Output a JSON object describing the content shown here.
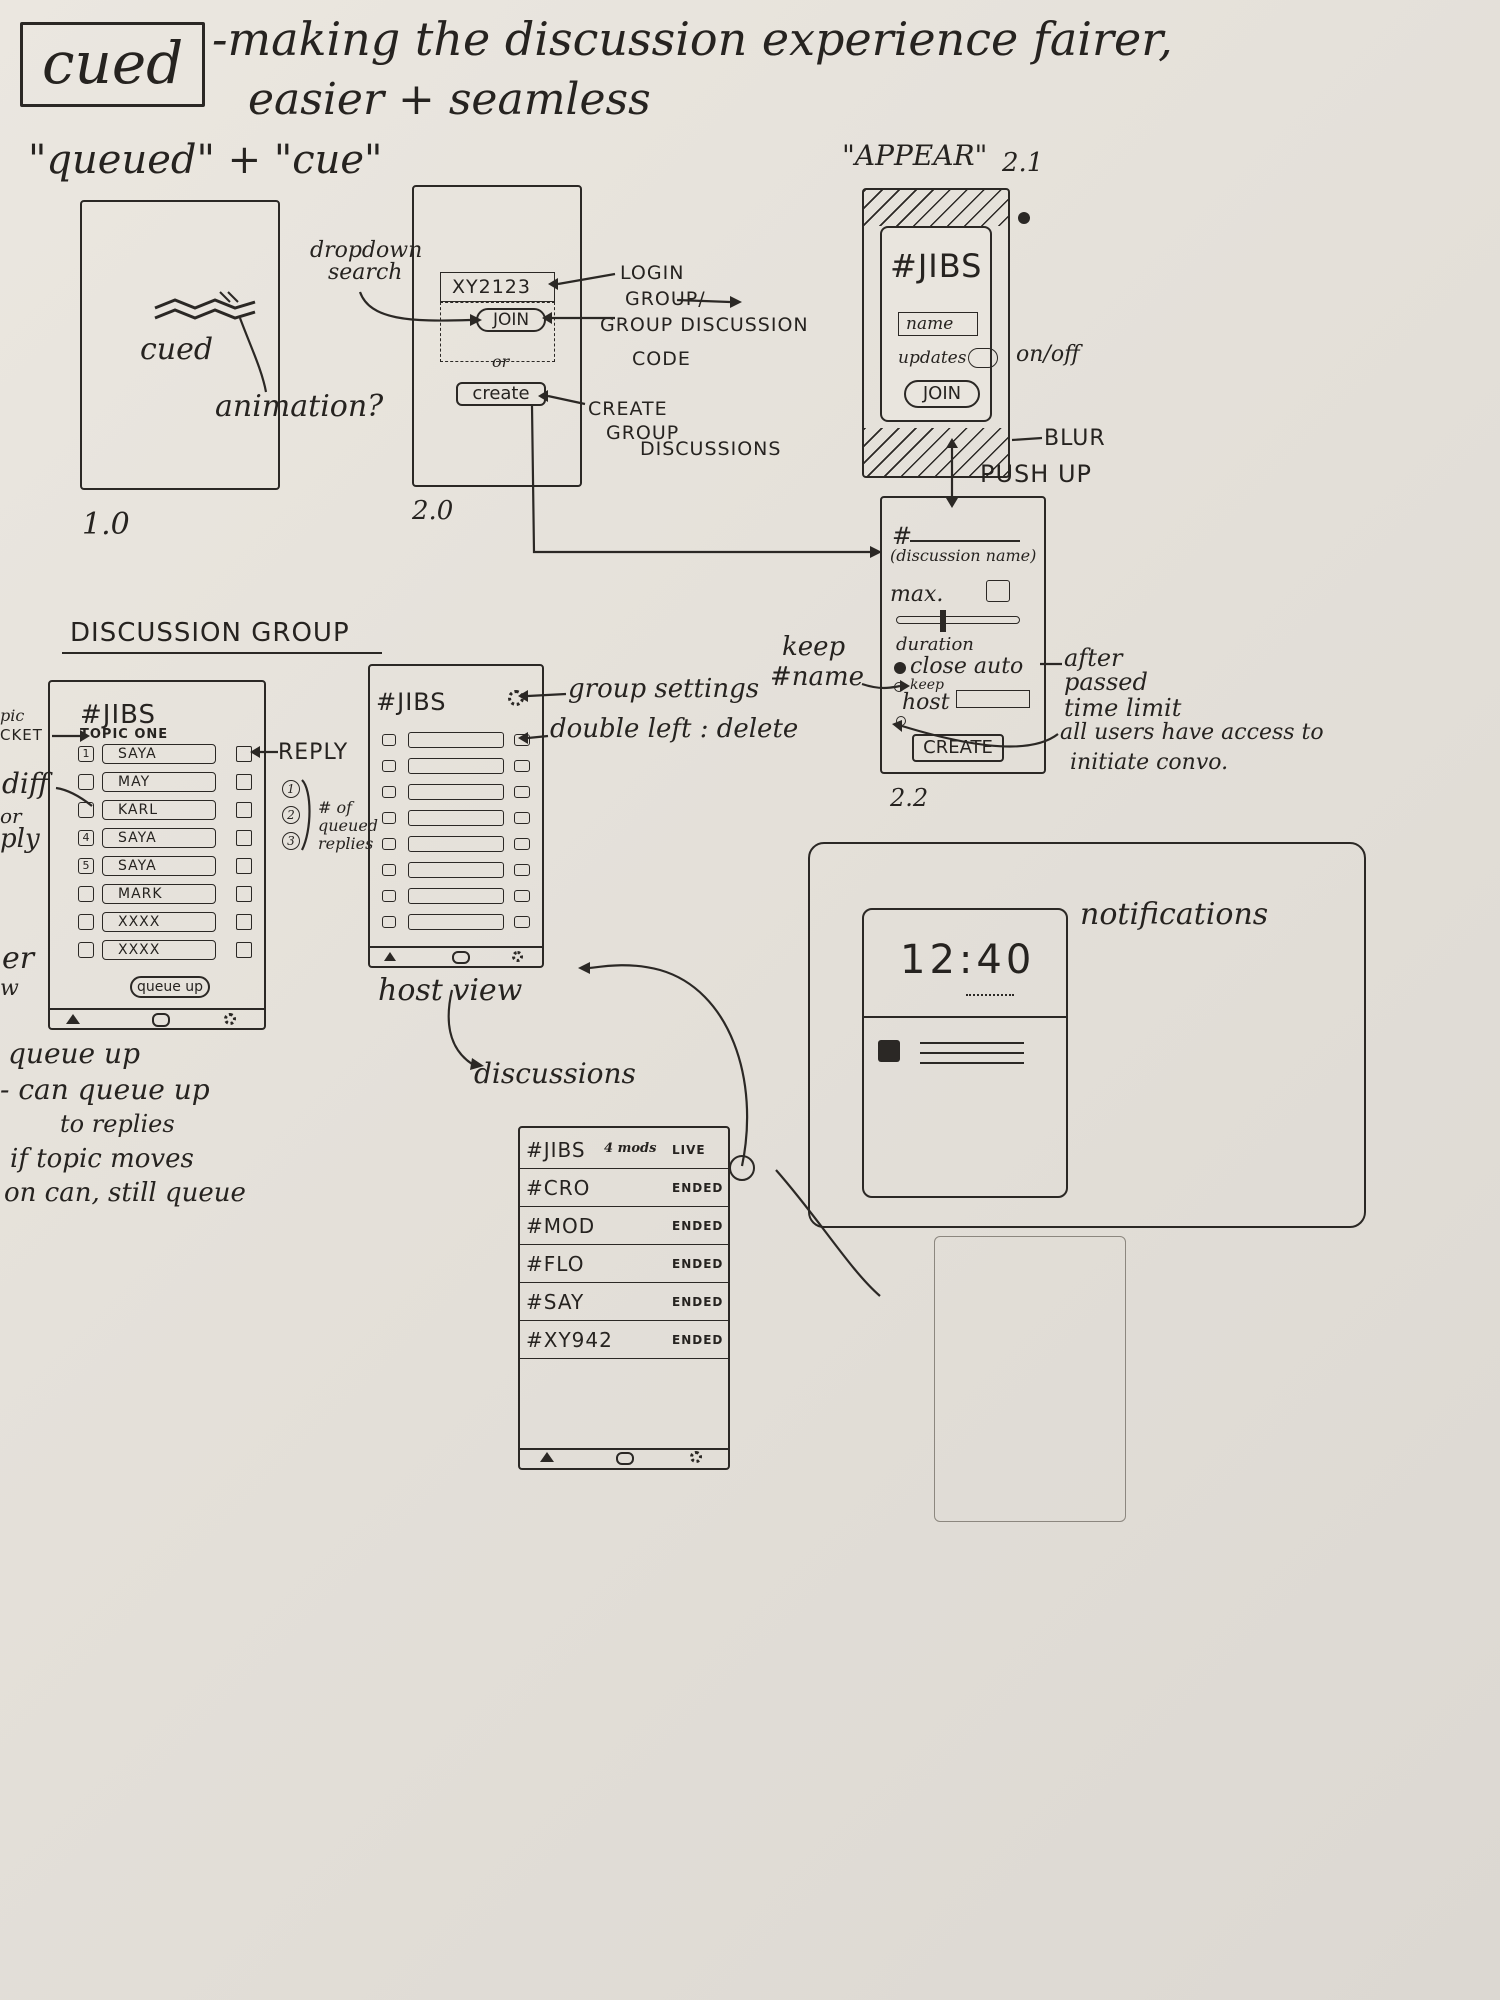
{
  "header": {
    "logo": "cued",
    "tagline_line1": "-making the discussion experience fairer,",
    "tagline_line2": "easier + seamless",
    "etymology": "\"queued\" + \"cue\""
  },
  "screen_1_0": {
    "logo_text": "cued",
    "note": "animation?",
    "number": "1.0"
  },
  "screen_2_0": {
    "code_value": "XY2123",
    "join_label": "JOIN",
    "or_label": "or",
    "create_label": "create",
    "number": "2.0",
    "note_dropdown_line1": "dropdown",
    "note_dropdown_line2": "search",
    "note_login_line1": "LOGIN",
    "note_login_line2": "GROUP/",
    "note_login_line3": "GROUP DISCUSSION",
    "note_login_line4": "CODE",
    "note_create_line1": "CREATE",
    "note_create_line2": "GROUP",
    "note_create_line3": "DISCUSSIONS"
  },
  "screen_2_1": {
    "appear_label": "\"APPEAR\"",
    "number": "2.1",
    "title": "#JIBS",
    "name_placeholder": "name",
    "updates_label": "updates",
    "updates_note": "on/off",
    "join_label": "JOIN",
    "blur_label": "BLUR",
    "push_up_label": "PUSH UP"
  },
  "screen_2_2": {
    "hash": "#",
    "discussion_name": "(discussion name)",
    "max_label": "max.",
    "duration_label": "duration",
    "close_auto_label": "close auto",
    "keep_label": "keep",
    "host_label": "host",
    "create_label": "CREATE",
    "number": "2.2",
    "note_keep_line1": "keep",
    "note_keep_line2": "#name",
    "note_after_line1": "after",
    "note_after_line2": "passed",
    "note_after_line3": "time limit",
    "note_users_line1": "all users have access to",
    "note_users_line2": "initiate convo."
  },
  "section_title": "DISCUSSION GROUP",
  "discussion_screen": {
    "title": "#JIBS",
    "topic_row": "TOPIC ONE",
    "rows": [
      {
        "num": "1",
        "name": "SAYA"
      },
      {
        "num": "",
        "name": "MAY"
      },
      {
        "num": "",
        "name": "KARL"
      },
      {
        "num": "4",
        "name": "SAYA"
      },
      {
        "num": "5",
        "name": "SAYA"
      },
      {
        "num": "",
        "name": "MARK"
      },
      {
        "num": "",
        "name": "XXXX"
      },
      {
        "num": "",
        "name": "XXXX"
      }
    ],
    "queue_button": "queue up",
    "reply_label": "REPLY",
    "queued_note_line1": "# of",
    "queued_note_line2": "queued",
    "queued_note_line3": "replies",
    "margin_topic_line1": "pic",
    "margin_topic_line2": "CKET",
    "margin_diff_line1": "diff",
    "margin_diff_line2": "or",
    "margin_diff_line3": "ply",
    "margin_er_line1": "er",
    "margin_er_line2": "w",
    "note_queue_line1": "queue up",
    "note_queue_line2": "- can queue up",
    "note_queue_line3": "to replies",
    "note_queue_line4": "if topic moves",
    "note_queue_line5": "on can, still queue"
  },
  "host_screen": {
    "title": "#JIBS",
    "note_settings": "group settings",
    "note_delete": "double left : delete",
    "caption": "host view",
    "arrow_label": "discussions"
  },
  "discussions_list": {
    "rows": [
      {
        "name": "#JIBS",
        "meta": "4 mods",
        "status": "LIVE"
      },
      {
        "name": "#CRO",
        "meta": "",
        "status": "ENDED"
      },
      {
        "name": "#MOD",
        "meta": "",
        "status": "ENDED"
      },
      {
        "name": "#FLO",
        "meta": "",
        "status": "ENDED"
      },
      {
        "name": "#SAY",
        "meta": "",
        "status": "ENDED"
      },
      {
        "name": "#XY942",
        "meta": "",
        "status": "ENDED"
      }
    ]
  },
  "notifications": {
    "label": "notifications",
    "time": "12:40"
  },
  "colors": {
    "paper": "#e6e2db",
    "ink": "#262320"
  }
}
